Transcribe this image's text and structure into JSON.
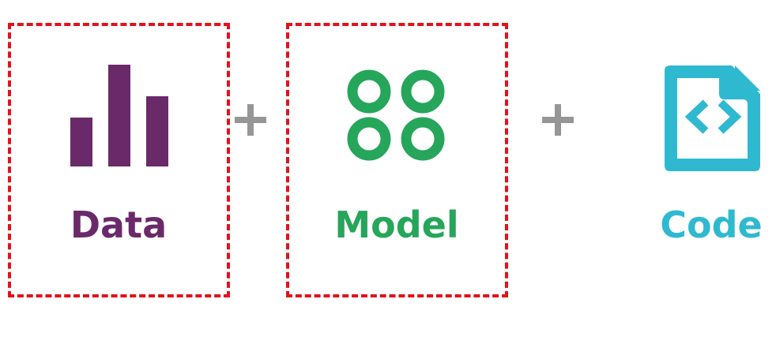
{
  "items": [
    {
      "label": "Data",
      "icon": "bar-chart-icon",
      "color": "#6a2a6a",
      "highlighted": true
    },
    {
      "label": "Model",
      "icon": "four-rings-icon",
      "color": "#26a65b",
      "highlighted": true
    },
    {
      "label": "Code",
      "icon": "code-file-icon",
      "color": "#2fb9d0",
      "highlighted": false
    }
  ],
  "operators": [
    "+",
    "+"
  ],
  "highlight_color": "#e3111b",
  "operator_color": "#969696"
}
